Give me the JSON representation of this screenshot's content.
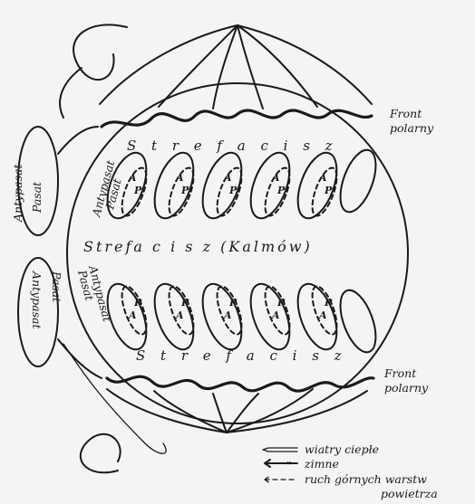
{
  "labels": {
    "calm_upper": "S t r e f a   c i s z",
    "calm_middle": "Strefa  c i s z  (Kalmów)",
    "calm_lower": "S t r e f a   c i s z",
    "front_top": [
      "Front",
      "polarny"
    ],
    "front_bottom": [
      "Front",
      "polarny"
    ],
    "left_upper": [
      "Antypasat",
      "Pasat"
    ],
    "left_lower": [
      "Antypasat",
      "Pasat"
    ],
    "inner_upper": [
      "Antypasat",
      "Pasat"
    ],
    "inner_lower": [
      "Pasat",
      "Antypasat"
    ],
    "cell_upper": [
      "A",
      "P"
    ],
    "cell_lower": [
      "P",
      "A"
    ]
  },
  "legend": {
    "warm": "wiatry ciepłe",
    "cold_marks": "\"",
    "cold": "zimne",
    "upper": "ruch górnych warstw",
    "upper2": "powietrza"
  }
}
